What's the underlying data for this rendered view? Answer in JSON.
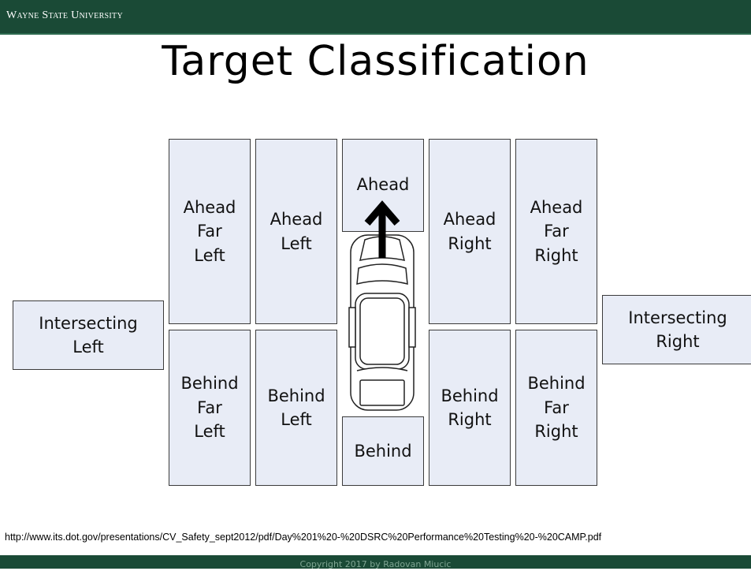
{
  "header": {
    "institution": "Wayne State University"
  },
  "slide": {
    "title": "Target Classification"
  },
  "zones": {
    "ahead_far_left": "Ahead\nFar\nLeft",
    "ahead_left": "Ahead\nLeft",
    "ahead": "Ahead",
    "ahead_right": "Ahead\nRight",
    "ahead_far_right": "Ahead\nFar\nRight",
    "intersecting_left": "Intersecting\nLeft",
    "intersecting_right": "Intersecting\nRight",
    "behind_far_left": "Behind\nFar\nLeft",
    "behind_left": "Behind\nLeft",
    "behind": "Behind",
    "behind_right": "Behind\nRight",
    "behind_far_right": "Behind\nFar\nRight"
  },
  "source_url": "http://www.its.dot.gov/presentations/CV_Safety_sept2012/pdf/Day%201%20-%20DSRC%20Performance%20Testing%20-%20CAMP.pdf",
  "footer": {
    "copyright": "Copyright 2017 by Radovan Miucic"
  },
  "colors": {
    "header_bg": "#1a4a36",
    "zone_fill": "#e8ecf6",
    "zone_border": "#3b3b3b"
  },
  "icons": [
    "car-top-view-icon",
    "arrow-up-icon"
  ]
}
